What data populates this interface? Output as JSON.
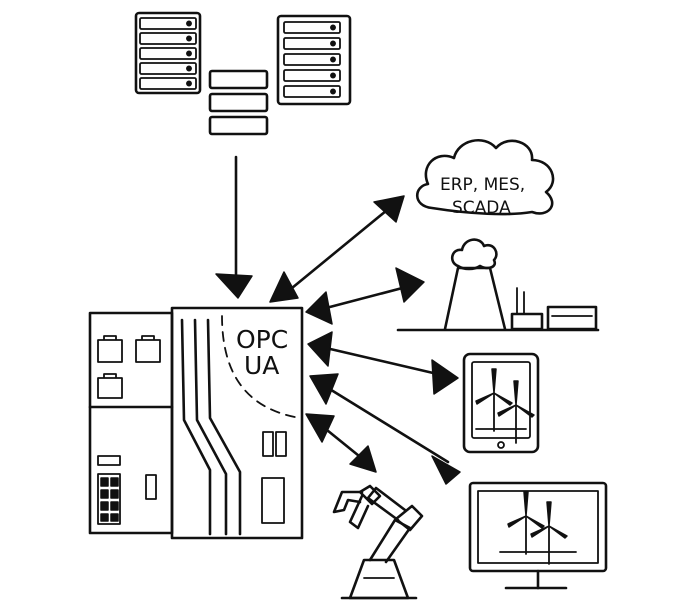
{
  "controller": {
    "label_line1": "OPC",
    "label_line2": "UA"
  },
  "cloud": {
    "line1": "ERP, MES,",
    "line2": "SCADA"
  },
  "icons": {
    "servers": "server-rack-icon",
    "database": "database-stack-icon",
    "cloud": "cloud-icon",
    "factory": "factory-icon",
    "tablet": "tablet-icon",
    "monitor": "monitor-icon",
    "robot": "robot-arm-icon",
    "turbine": "wind-turbine-icon"
  },
  "colors": {
    "ink": "#111111",
    "background": "#ffffff"
  }
}
